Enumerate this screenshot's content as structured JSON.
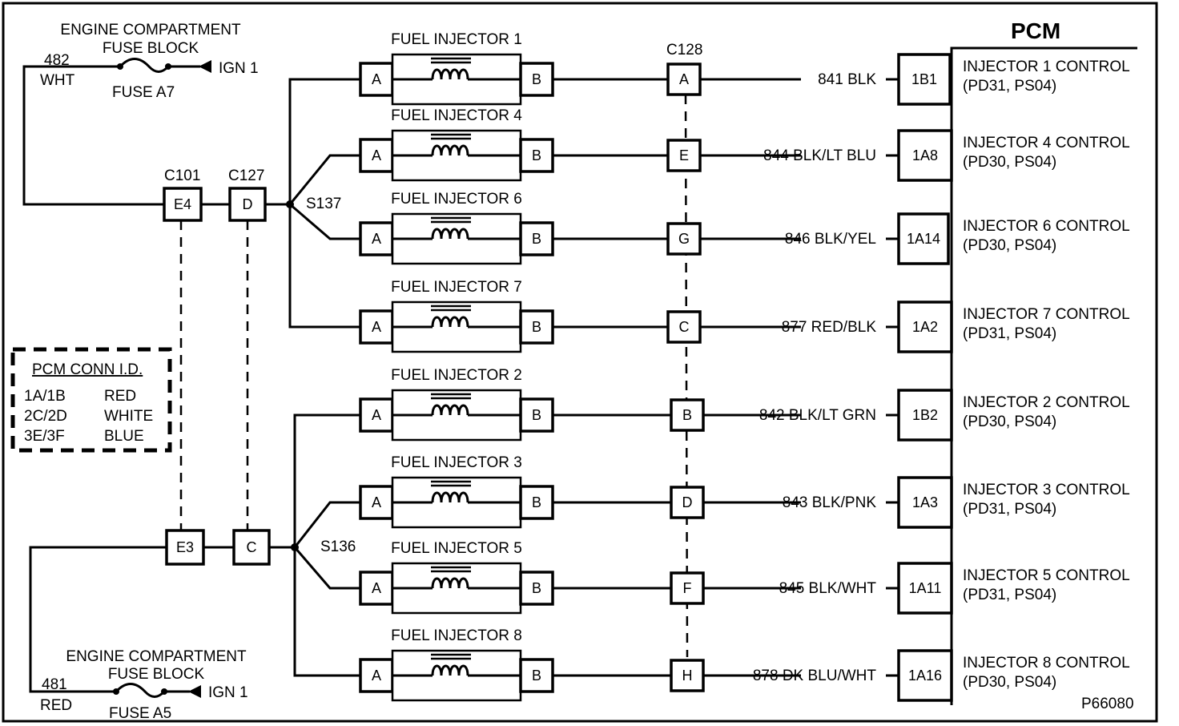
{
  "fuse_block_top": {
    "title_line1": "ENGINE COMPARTMENT",
    "title_line2": "FUSE BLOCK",
    "circuit": "482",
    "wire_color": "WHT",
    "fuse": "FUSE A7",
    "source": "IGN 1"
  },
  "fuse_block_bottom": {
    "title_line1": "ENGINE COMPARTMENT",
    "title_line2": "FUSE BLOCK",
    "circuit": "481",
    "wire_color": "RED",
    "fuse": "FUSE A5",
    "source": "IGN 1"
  },
  "connectors": {
    "c101": {
      "name": "C101",
      "pin_top": "E4",
      "pin_bottom": "E3"
    },
    "c127": {
      "name": "C127",
      "pin_top": "D",
      "pin_bottom": "C"
    },
    "c128": {
      "name": "C128"
    }
  },
  "splices": {
    "top": "S137",
    "bottom": "S136"
  },
  "pcm_title": "PCM",
  "pcm_conn_id": {
    "title": "PCM CONN I.D.",
    "rows": [
      {
        "conn": "1A/1B",
        "color": "RED"
      },
      {
        "conn": "2C/2D",
        "color": "WHITE"
      },
      {
        "conn": "3E/3F",
        "color": "BLUE"
      }
    ]
  },
  "injectors": [
    {
      "name": "FUEL INJECTOR 1",
      "pin_a": "A",
      "pin_b": "B",
      "c128_pin": "A",
      "wire": "841 BLK",
      "pcm_pin": "1B1",
      "control": "INJECTOR 1 CONTROL",
      "params": "(PD31, PS04)"
    },
    {
      "name": "FUEL INJECTOR 4",
      "pin_a": "A",
      "pin_b": "B",
      "c128_pin": "E",
      "wire": "844 BLK/LT BLU",
      "pcm_pin": "1A8",
      "control": "INJECTOR 4 CONTROL",
      "params": "(PD30, PS04)"
    },
    {
      "name": "FUEL INJECTOR 6",
      "pin_a": "A",
      "pin_b": "B",
      "c128_pin": "G",
      "wire": "846 BLK/YEL",
      "pcm_pin": "1A14",
      "control": "INJECTOR 6 CONTROL",
      "params": "(PD30, PS04)"
    },
    {
      "name": "FUEL INJECTOR 7",
      "pin_a": "A",
      "pin_b": "B",
      "c128_pin": "C",
      "wire": "877 RED/BLK",
      "pcm_pin": "1A2",
      "control": "INJECTOR 7 CONTROL",
      "params": "(PD31, PS04)"
    },
    {
      "name": "FUEL INJECTOR 2",
      "pin_a": "A",
      "pin_b": "B",
      "c128_pin": "B",
      "wire": "842 BLK/LT GRN",
      "pcm_pin": "1B2",
      "control": "INJECTOR 2 CONTROL",
      "params": "(PD30, PS04)"
    },
    {
      "name": "FUEL INJECTOR 3",
      "pin_a": "A",
      "pin_b": "B",
      "c128_pin": "D",
      "wire": "843 BLK/PNK",
      "pcm_pin": "1A3",
      "control": "INJECTOR 3 CONTROL",
      "params": "(PD31, PS04)"
    },
    {
      "name": "FUEL INJECTOR 5",
      "pin_a": "A",
      "pin_b": "B",
      "c128_pin": "F",
      "wire": "845 BLK/WHT",
      "pcm_pin": "1A11",
      "control": "INJECTOR 5 CONTROL",
      "params": "(PD31, PS04)"
    },
    {
      "name": "FUEL INJECTOR 8",
      "pin_a": "A",
      "pin_b": "B",
      "c128_pin": "H",
      "wire": "878 DK BLU/WHT",
      "pcm_pin": "1A16",
      "control": "INJECTOR 8 CONTROL",
      "params": "(PD30, PS04)"
    }
  ],
  "figure_id": "P66080"
}
